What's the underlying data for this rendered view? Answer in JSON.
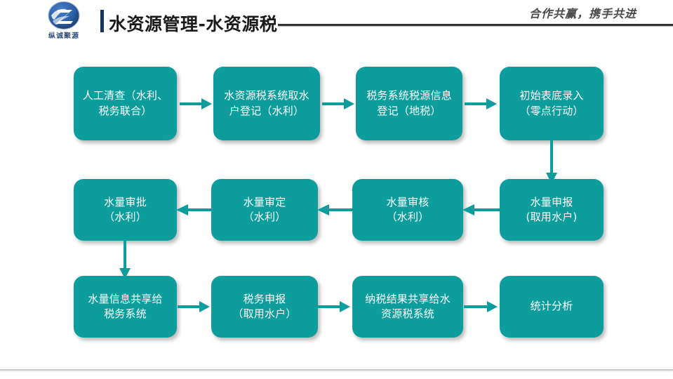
{
  "header": {
    "logo_icon": "company-logo-circular-z-emblem",
    "logo_text": "纵诚聚源",
    "title": "水资源管理-水资源税",
    "tagline": "合作共赢，携手共进",
    "accent_color": "#17365d",
    "rule_color": "#333333"
  },
  "diagram": {
    "node_color": "#0e9d9d",
    "arrow_color": "#0e9d9d",
    "text_color": "#ffffff",
    "rows": [
      {
        "direction": "right",
        "nodes": [
          {
            "label": "人工清查（水利、\n税务联合）"
          },
          {
            "label": "水资源税系统取水\n户登记（水利）"
          },
          {
            "label": "税务系统税源信息\n登记（地税）"
          },
          {
            "label": "初始表底录入\n（零点行动）"
          }
        ]
      },
      {
        "direction": "left",
        "nodes": [
          {
            "label": "水量审批\n（水利）"
          },
          {
            "label": "水量审定\n（水利）"
          },
          {
            "label": "水量审核\n（水利）"
          },
          {
            "label": "水量申报\n(取用水户)"
          }
        ]
      },
      {
        "direction": "right",
        "nodes": [
          {
            "label": "水量信息共享给\n税务系统"
          },
          {
            "label": "税务申报\n（取用水户）"
          },
          {
            "label": "纳税结果共享给水\n资源税系统"
          },
          {
            "label": "统计分析"
          }
        ]
      }
    ],
    "connectors": [
      {
        "name": "row1-col4-to-row2-col4",
        "type": "vertical-down"
      },
      {
        "name": "row2-col1-to-row3-col1",
        "type": "vertical-down"
      }
    ]
  },
  "footer": {
    "rule_color": "#c9c9c9"
  }
}
